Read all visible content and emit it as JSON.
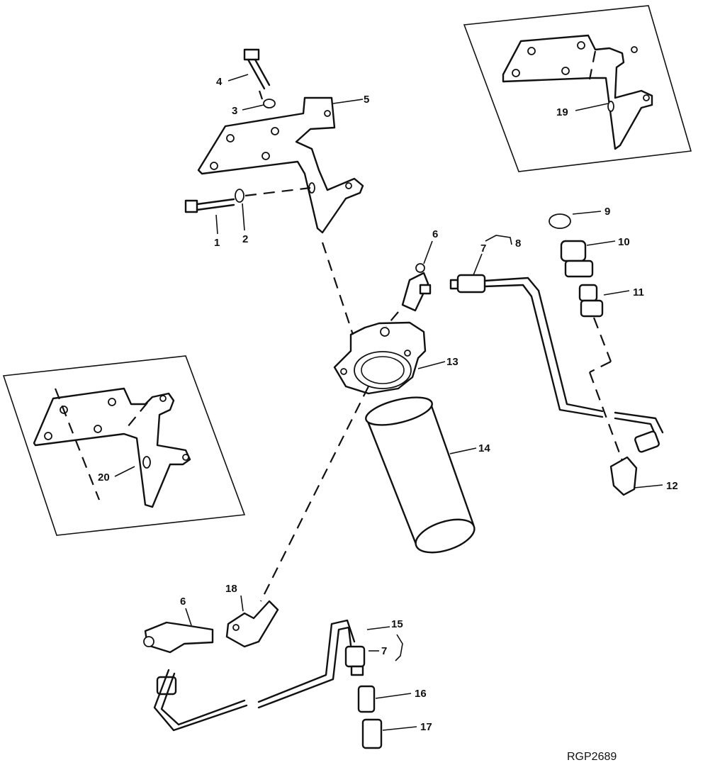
{
  "figure_code": "RGP2689",
  "callouts": {
    "c1": "1",
    "c2": "2",
    "c3": "3",
    "c4": "4",
    "c5": "5",
    "c6a": "6",
    "c6b": "6",
    "c7a": "7",
    "c7b": "7",
    "c8": "8",
    "c9": "9",
    "c10": "10",
    "c11": "11",
    "c12": "12",
    "c13": "13",
    "c14": "14",
    "c15": "15",
    "c16": "16",
    "c17": "17",
    "c18": "18",
    "c19": "19",
    "c20": "20"
  }
}
